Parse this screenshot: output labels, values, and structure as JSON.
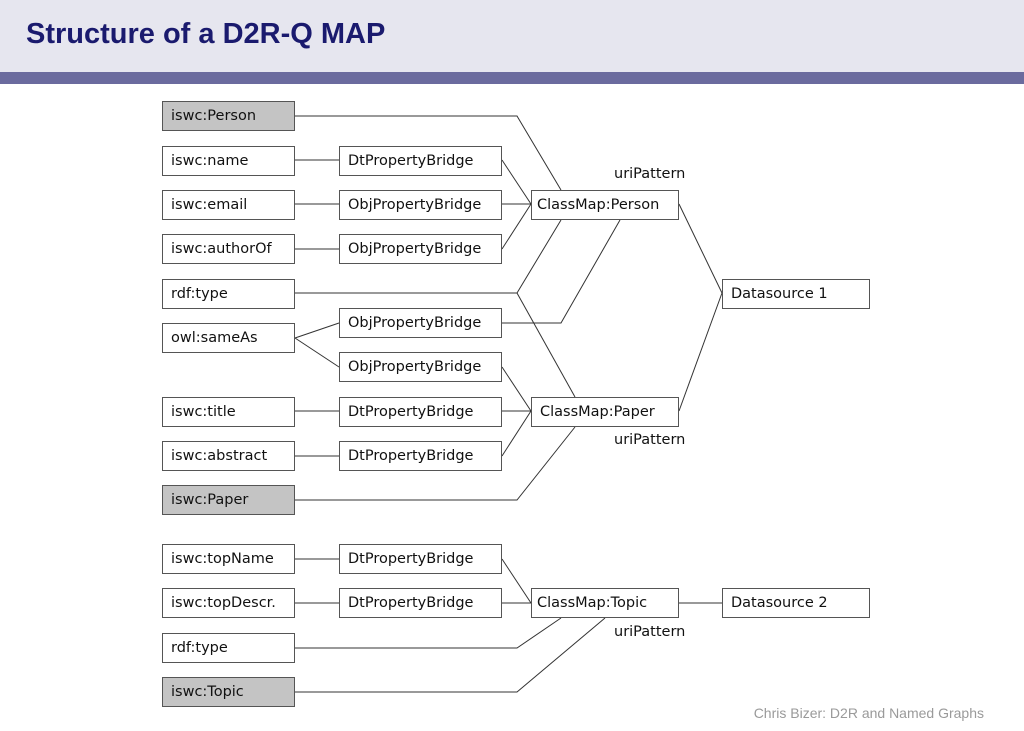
{
  "title": "Structure of a D2R-Q MAP",
  "footer": "Chris Bizer: D2R and Named Graphs",
  "nodes": {
    "iswc_person": "iswc:Person",
    "iswc_name": "iswc:name",
    "iswc_email": "iswc:email",
    "iswc_authorof": "iswc:authorOf",
    "rdf_type_1": "rdf:type",
    "owl_sameas": "owl:sameAs",
    "iswc_title": "iswc:title",
    "iswc_abstract": "iswc:abstract",
    "iswc_paper": "iswc:Paper",
    "iswc_topname": "iswc:topName",
    "iswc_topdescr": "iswc:topDescr.",
    "rdf_type_2": "rdf:type",
    "iswc_topic": "iswc:Topic",
    "bridge_name": "DtPropertyBridge",
    "bridge_email": "ObjPropertyBridge",
    "bridge_authorof": "ObjPropertyBridge",
    "bridge_sameas_1": "ObjPropertyBridge",
    "bridge_sameas_2": "ObjPropertyBridge",
    "bridge_title": "DtPropertyBridge",
    "bridge_abstract": "DtPropertyBridge",
    "bridge_topname": "DtPropertyBridge",
    "bridge_topdescr": "DtPropertyBridge",
    "classmap_person": "ClassMap:Person",
    "classmap_paper": "ClassMap:Paper",
    "classmap_topic": "ClassMap:Topic",
    "datasource_1": "Datasource 1",
    "datasource_2": "Datasource 2"
  },
  "labels": {
    "uripattern_person": "uriPattern",
    "uripattern_paper": "uriPattern",
    "uripattern_topic": "uriPattern"
  }
}
